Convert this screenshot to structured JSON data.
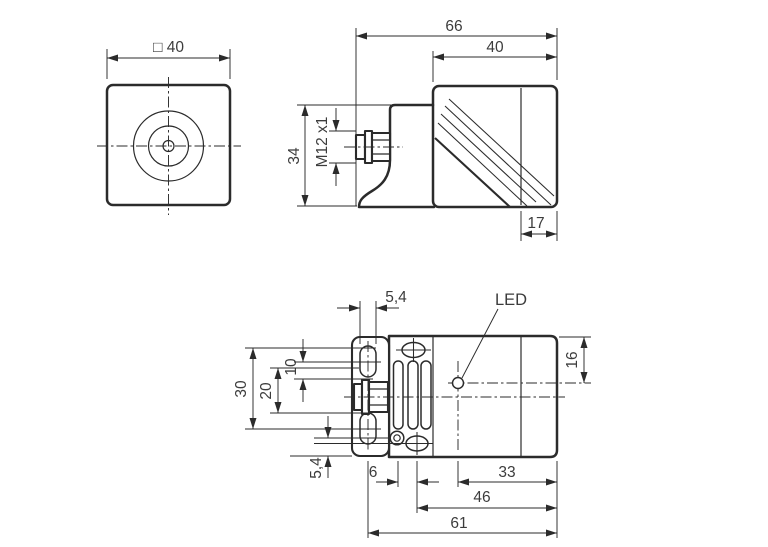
{
  "drawing_type": "technical-dimension-drawing",
  "views": {
    "front": {
      "square_dim": "□ 40"
    },
    "side": {
      "overall_length": "66",
      "head_length": "40",
      "body_height": "34",
      "connector_thread": "M12 x1",
      "active_face_depth": "17"
    },
    "bottom": {
      "slot_width": "5,4",
      "led_label": "LED",
      "led_offset": "16",
      "slot_length": "10",
      "slot_spacing": "20",
      "slot_outer_span": "30",
      "bottom_offset": "5,4",
      "screw_spacing": "6",
      "led_to_face": "33",
      "screw_to_face": "46",
      "body_length": "61"
    }
  },
  "colors": {
    "line": "#2b2b2b",
    "text": "#3c3c3c",
    "background": "#ffffff"
  }
}
